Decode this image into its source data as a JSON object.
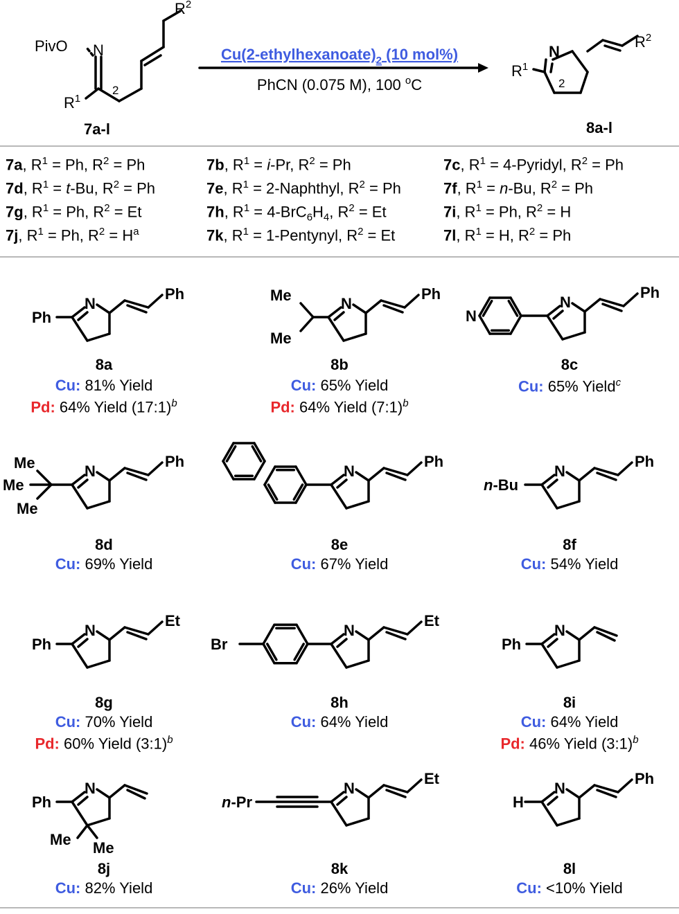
{
  "scheme": {
    "reactant_atoms": {
      "oxime_group": "PivO",
      "n": "N",
      "r1": "R",
      "r1_sup": "1",
      "r2": "R",
      "r2_sup": "2",
      "position": "2"
    },
    "reactant_label": "7a-l",
    "product_atoms": {
      "n": "N",
      "r1": "R",
      "r1_sup": "1",
      "r2": "R",
      "r2_sup": "2",
      "position": "2"
    },
    "product_label": "8a-l",
    "catalyst": {
      "prefix": "Cu(2-ethylhexanoate)",
      "sub": "2",
      "suffix": " (10 mol%)"
    },
    "conditions": {
      "prefix": "PhCN (0.075 M), 100 ",
      "sup": "o",
      "suffix": "C"
    }
  },
  "substrates": [
    {
      "id": "7a",
      "r1": "Ph",
      "r2": "Ph"
    },
    {
      "id": "7b",
      "r1": "i-Pr",
      "r2": "Ph"
    },
    {
      "id": "7c",
      "r1": "4-Pyridyl",
      "r2": "Ph"
    },
    {
      "id": "7d",
      "r1": "t-Bu",
      "r2": "Ph"
    },
    {
      "id": "7e",
      "r1": "2-Naphthyl",
      "r2": "Ph"
    },
    {
      "id": "7f",
      "r1": "n-Bu",
      "r2": "Ph"
    },
    {
      "id": "7g",
      "r1": "Ph",
      "r2": "Et"
    },
    {
      "id": "7h",
      "r1": "4-BrC6H4",
      "r2": "Et"
    },
    {
      "id": "7i",
      "r1": "Ph",
      "r2": "H"
    },
    {
      "id": "7j",
      "r1": "Ph",
      "r2": "H",
      "note": "a"
    },
    {
      "id": "7k",
      "r1": "1-Pentynyl",
      "r2": "Et"
    },
    {
      "id": "7l",
      "r1": "H",
      "r2": "Ph"
    }
  ],
  "products": [
    {
      "id": "8a",
      "n": "N",
      "r1": "Ph",
      "r2": "Ph",
      "cu": {
        "metal": "Cu:",
        "text": " 81% Yield"
      },
      "pd": {
        "metal": "Pd:",
        "text": " 64% Yield (17:1)",
        "note": "b"
      }
    },
    {
      "id": "8b",
      "n": "N",
      "r1_top": "Me",
      "r1_bottom": "Me",
      "r2": "Ph",
      "cu": {
        "metal": "Cu:",
        "text": " 65% Yield"
      },
      "pd": {
        "metal": "Pd:",
        "text": " 64% Yield (7:1)",
        "note": "b"
      }
    },
    {
      "id": "8c",
      "n": "N",
      "ring_n": "N",
      "r2": "Ph",
      "cu": {
        "metal": "Cu:",
        "text": " 65% Yield",
        "note": "c"
      }
    },
    {
      "id": "8d",
      "n": "N",
      "r1_top": "Me",
      "r1_mid": "Me",
      "r1_bottom": "Me",
      "r2": "Ph",
      "cu": {
        "metal": "Cu:",
        "text": " 69% Yield"
      }
    },
    {
      "id": "8e",
      "n": "N",
      "r2": "Ph",
      "cu": {
        "metal": "Cu:",
        "text": " 67% Yield"
      }
    },
    {
      "id": "8f",
      "n": "N",
      "r1_prefix": "n",
      "r1": "-Bu",
      "r2": "Ph",
      "cu": {
        "metal": "Cu:",
        "text": " 54% Yield"
      }
    },
    {
      "id": "8g",
      "n": "N",
      "r1": "Ph",
      "r2": "Et",
      "cu": {
        "metal": "Cu:",
        "text": " 70% Yield"
      },
      "pd": {
        "metal": "Pd:",
        "text": " 60% Yield (3:1)",
        "note": "b"
      }
    },
    {
      "id": "8h",
      "n": "N",
      "br": "Br",
      "r2": "Et",
      "cu": {
        "metal": "Cu:",
        "text": " 64% Yield"
      }
    },
    {
      "id": "8i",
      "n": "N",
      "r1": "Ph",
      "cu": {
        "metal": "Cu:",
        "text": " 64% Yield"
      },
      "pd": {
        "metal": "Pd:",
        "text": " 46% Yield (3:1)",
        "note": "b"
      }
    },
    {
      "id": "8j",
      "n": "N",
      "r1": "Ph",
      "me_a": "Me",
      "me_b": "Me",
      "cu": {
        "metal": "Cu:",
        "text": " 82% Yield"
      }
    },
    {
      "id": "8k",
      "n": "N",
      "r1_prefix": "n",
      "r1": "-Pr",
      "r2": "Et",
      "cu": {
        "metal": "Cu:",
        "text": " 26% Yield"
      }
    },
    {
      "id": "8l",
      "n": "N",
      "r1": "H",
      "r2": "Ph",
      "cu": {
        "metal": "Cu:",
        "text": " <10% Yield"
      }
    }
  ],
  "colors": {
    "cu": "#3f5ce0",
    "pd": "#e8282c",
    "rule": "#b8b8b8"
  }
}
